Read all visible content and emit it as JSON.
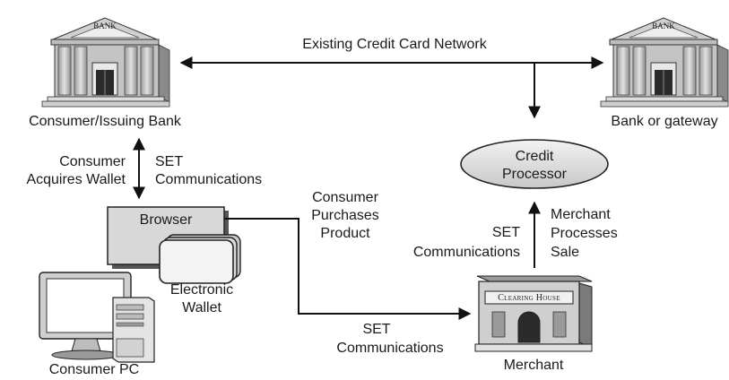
{
  "nodes": {
    "consumer_bank": {
      "label": "Consumer/Issuing Bank",
      "sign": "BANK"
    },
    "gateway_bank": {
      "label": "Bank or gateway",
      "sign": "BANK"
    },
    "credit_processor": {
      "line1": "Credit",
      "line2": "Processor"
    },
    "browser": {
      "label": "Browser"
    },
    "wallet": {
      "line1": "Electronic",
      "line2": "Wallet"
    },
    "consumer_pc": {
      "label": "Consumer PC"
    },
    "merchant": {
      "label": "Merchant",
      "sign": "Clearing House"
    }
  },
  "edges": {
    "network": {
      "label": "Existing Credit Card Network"
    },
    "bank_browser": {
      "left1": "Consumer",
      "left2": "Acquires Wallet",
      "right1": "SET",
      "right2": "Communications"
    },
    "purchase": {
      "line1": "Consumer",
      "line2": "Purchases",
      "line3": "Product"
    },
    "to_merchant": {
      "line1": "SET",
      "line2": "Communications"
    },
    "merchant_processor": {
      "left1": "SET",
      "left2": "Communications",
      "right1": "Merchant",
      "right2": "Processes",
      "right3": "Sale"
    }
  }
}
